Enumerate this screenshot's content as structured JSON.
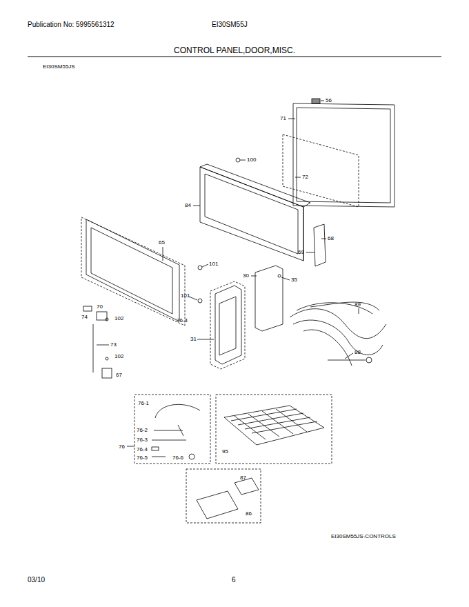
{
  "diagram": {
    "title": "CONTROL PANEL,DOOR,MISC.",
    "labels": [
      "Publication No: 5995561312",
      "EI30SM55J",
      "EI30SM55JS",
      "56",
      "71",
      "100",
      "72",
      "84",
      "68",
      "69",
      "65",
      "101",
      "30",
      "35",
      "101",
      "74",
      "70",
      "102",
      "76-4",
      "89",
      "31",
      "73",
      "88",
      "102",
      "67",
      "76-1",
      "95",
      "76-2",
      "76-3",
      "76",
      "76-4",
      "76-5",
      "76-6",
      "87",
      "86",
      "EI30SM55JS-CONTROLS",
      "03/10",
      "6"
    ]
  }
}
